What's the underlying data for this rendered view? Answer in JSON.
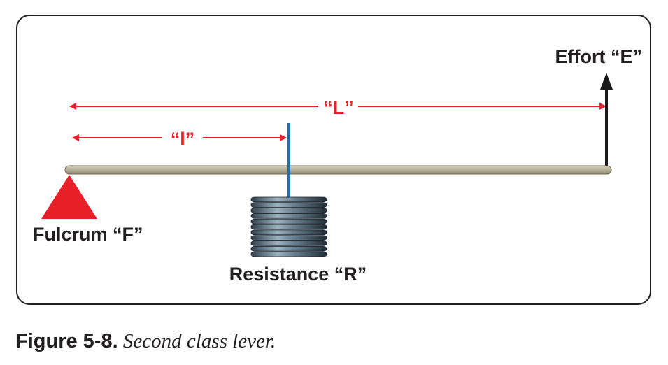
{
  "diagram": {
    "labels": {
      "effort": "Effort “E”",
      "fulcrum": "Fulcrum “F”",
      "resistance": "Resistance “R”",
      "effort_arm": "“L”",
      "resistance_arm": "“l”"
    },
    "colors": {
      "arm_arrow": "#e8202a",
      "fulcrum": "#e8202a",
      "beam": "#b7ad96",
      "resistance_rod": "#1b6fb5",
      "effort_arrow": "#1a1a1a",
      "weight": "#4f6575",
      "frame": "#231f20"
    },
    "weight_plates": 11
  },
  "caption": {
    "number": "Figure 5-8.",
    "text": " Second class lever."
  }
}
